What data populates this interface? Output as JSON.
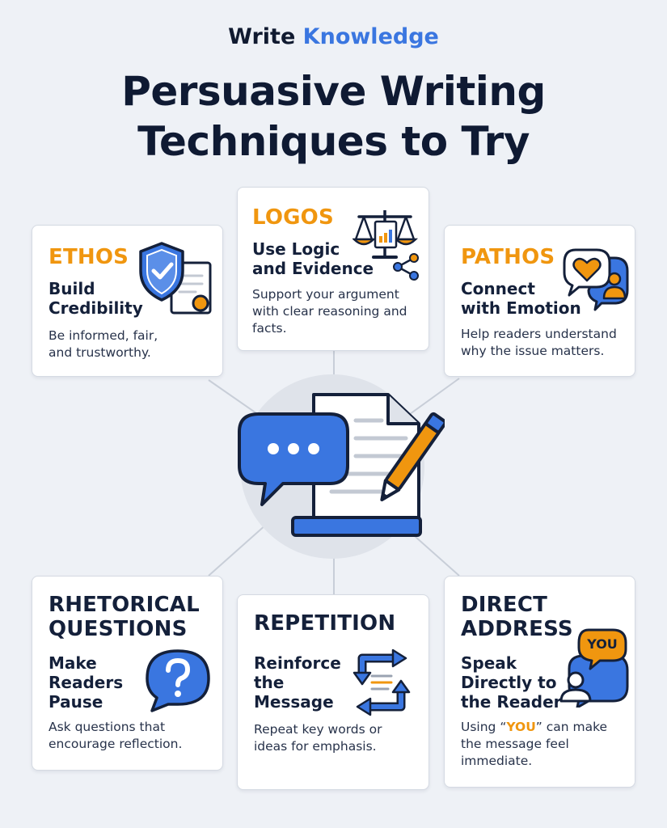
{
  "header": {
    "brand_part1": "Write",
    "brand_part2": "Knowledge",
    "title_line1": "Persuasive Writing",
    "title_line2": "Techniques to Try"
  },
  "cards": {
    "ethos": {
      "label": "ETHOS",
      "sub1": "Build",
      "sub2": "Credibility",
      "desc1": "Be informed, fair,",
      "desc2": "and trustworthy."
    },
    "logos": {
      "label": "LOGOS",
      "sub1": "Use Logic",
      "sub2": "and Evidence",
      "desc1": "Support your argument",
      "desc2": "with clear reasoning and",
      "desc3": "facts."
    },
    "pathos": {
      "label": "PATHOS",
      "sub1": "Connect",
      "sub2": "with Emotion",
      "desc1": "Help readers understand",
      "desc2": "why the issue matters."
    },
    "rhetorical": {
      "label1": "RHETORICAL",
      "label2": "QUESTIONS",
      "sub1": "Make",
      "sub2": "Readers",
      "sub3": "Pause",
      "desc1": "Ask questions that",
      "desc2": "encourage reflection."
    },
    "repetition": {
      "label": "REPETITION",
      "sub1": "Reinforce",
      "sub2": "the",
      "sub3": "Message",
      "desc1": "Repeat key words or",
      "desc2": "ideas for emphasis."
    },
    "direct": {
      "label1": "DIRECT",
      "label2": "ADDRESS",
      "sub1": "Speak",
      "sub2": "Directly to",
      "sub3": "the Reader",
      "desc_pre": "Using “",
      "desc_you": "YOU",
      "desc_post": "” can make",
      "desc2": "the message feel",
      "desc3": "immediate.",
      "badge": "YOU"
    }
  },
  "colors": {
    "accent_blue": "#3a76e0",
    "accent_orange": "#f0960f",
    "navy": "#14203a"
  },
  "icons": [
    "shield-check-icon",
    "certificate-icon",
    "scale-document-icon",
    "network-icon",
    "heart-chat-icon",
    "person-icon",
    "question-bubble-icon",
    "cycle-arrows-icon",
    "you-chat-icon",
    "chat-dots-icon",
    "document-pen-icon"
  ]
}
